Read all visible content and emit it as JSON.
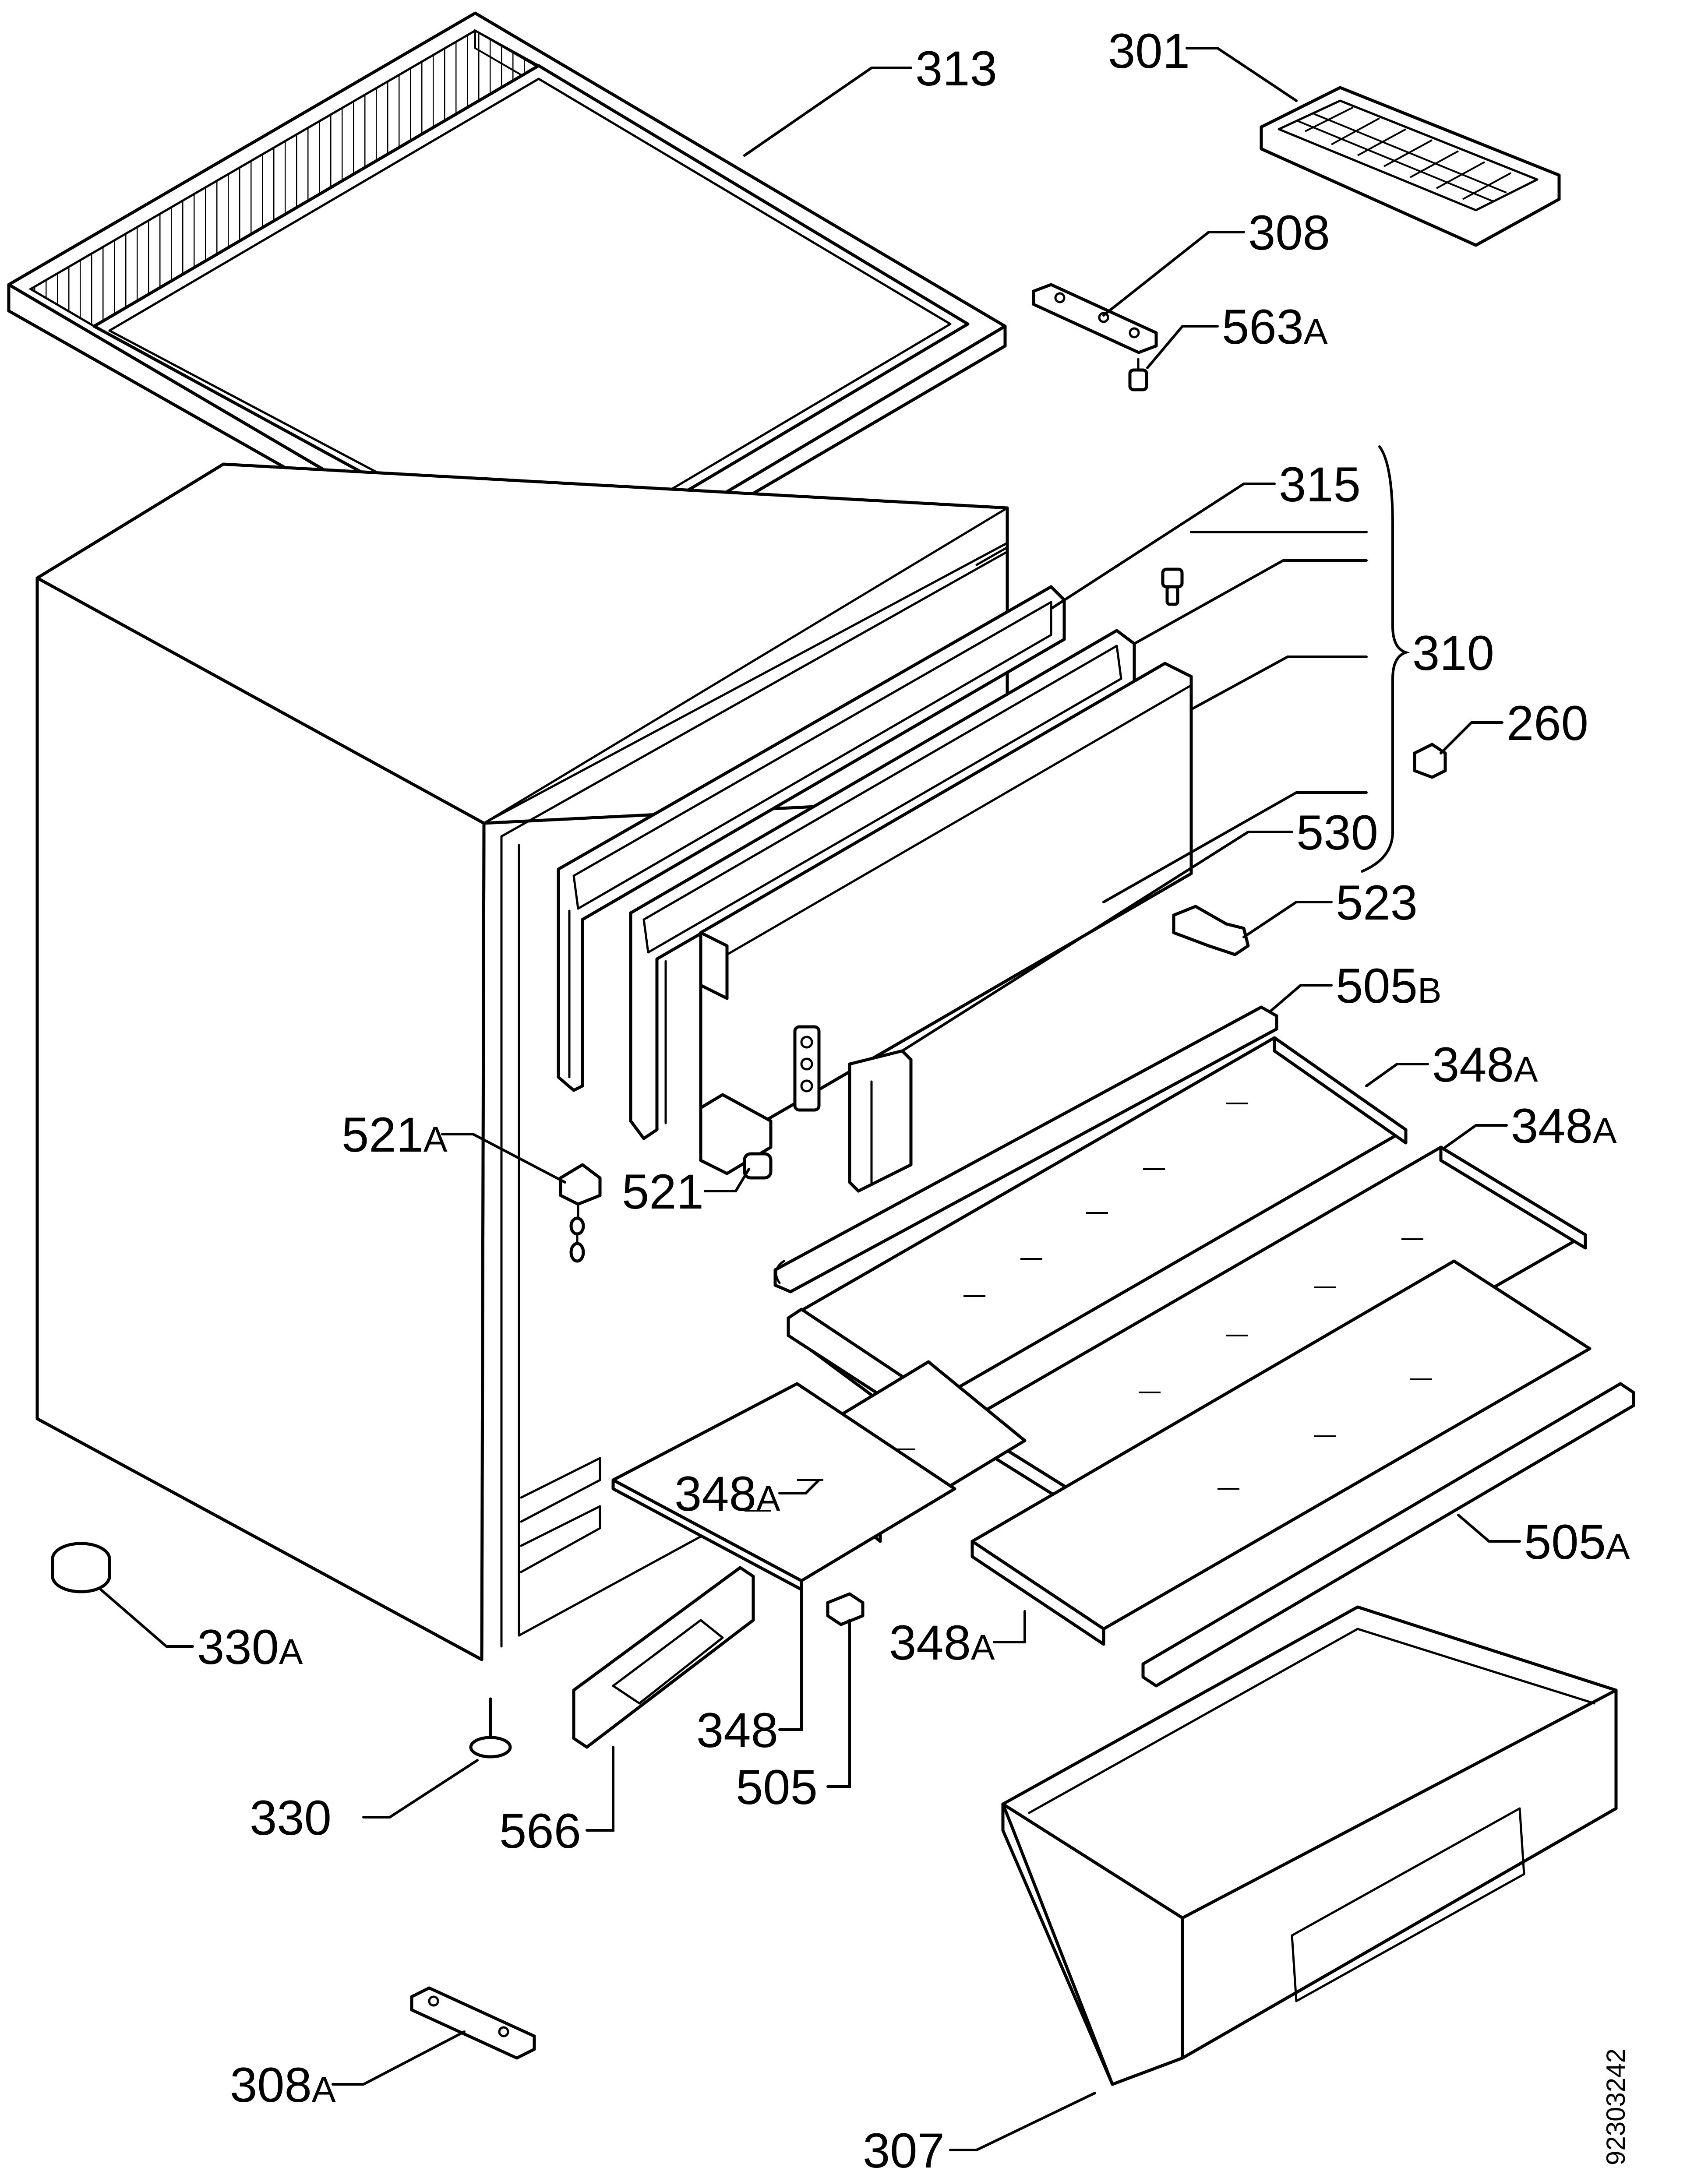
{
  "callouts": [
    {
      "id": "313",
      "num": "313",
      "suffix": ""
    },
    {
      "id": "301",
      "num": "301",
      "suffix": ""
    },
    {
      "id": "308",
      "num": "308",
      "suffix": ""
    },
    {
      "id": "563a",
      "num": "563",
      "suffix": "A"
    },
    {
      "id": "315",
      "num": "315",
      "suffix": ""
    },
    {
      "id": "310",
      "num": "310",
      "suffix": ""
    },
    {
      "id": "260",
      "num": "260",
      "suffix": ""
    },
    {
      "id": "530",
      "num": "530",
      "suffix": ""
    },
    {
      "id": "523",
      "num": "523",
      "suffix": ""
    },
    {
      "id": "505b",
      "num": "505",
      "suffix": "B"
    },
    {
      "id": "348a-1",
      "num": "348",
      "suffix": "A"
    },
    {
      "id": "348a-2",
      "num": "348",
      "suffix": "A"
    },
    {
      "id": "521a",
      "num": "521",
      "suffix": "A"
    },
    {
      "id": "521",
      "num": "521",
      "suffix": ""
    },
    {
      "id": "348a-3",
      "num": "348",
      "suffix": "A"
    },
    {
      "id": "505a",
      "num": "505",
      "suffix": "A"
    },
    {
      "id": "330a",
      "num": "330",
      "suffix": "A"
    },
    {
      "id": "348a-4",
      "num": "348",
      "suffix": "A"
    },
    {
      "id": "348",
      "num": "348",
      "suffix": ""
    },
    {
      "id": "505",
      "num": "505",
      "suffix": ""
    },
    {
      "id": "330",
      "num": "330",
      "suffix": ""
    },
    {
      "id": "566",
      "num": "566",
      "suffix": ""
    },
    {
      "id": "308a",
      "num": "308",
      "suffix": "A"
    },
    {
      "id": "307",
      "num": "307",
      "suffix": ""
    }
  ],
  "document_number": "92303242"
}
